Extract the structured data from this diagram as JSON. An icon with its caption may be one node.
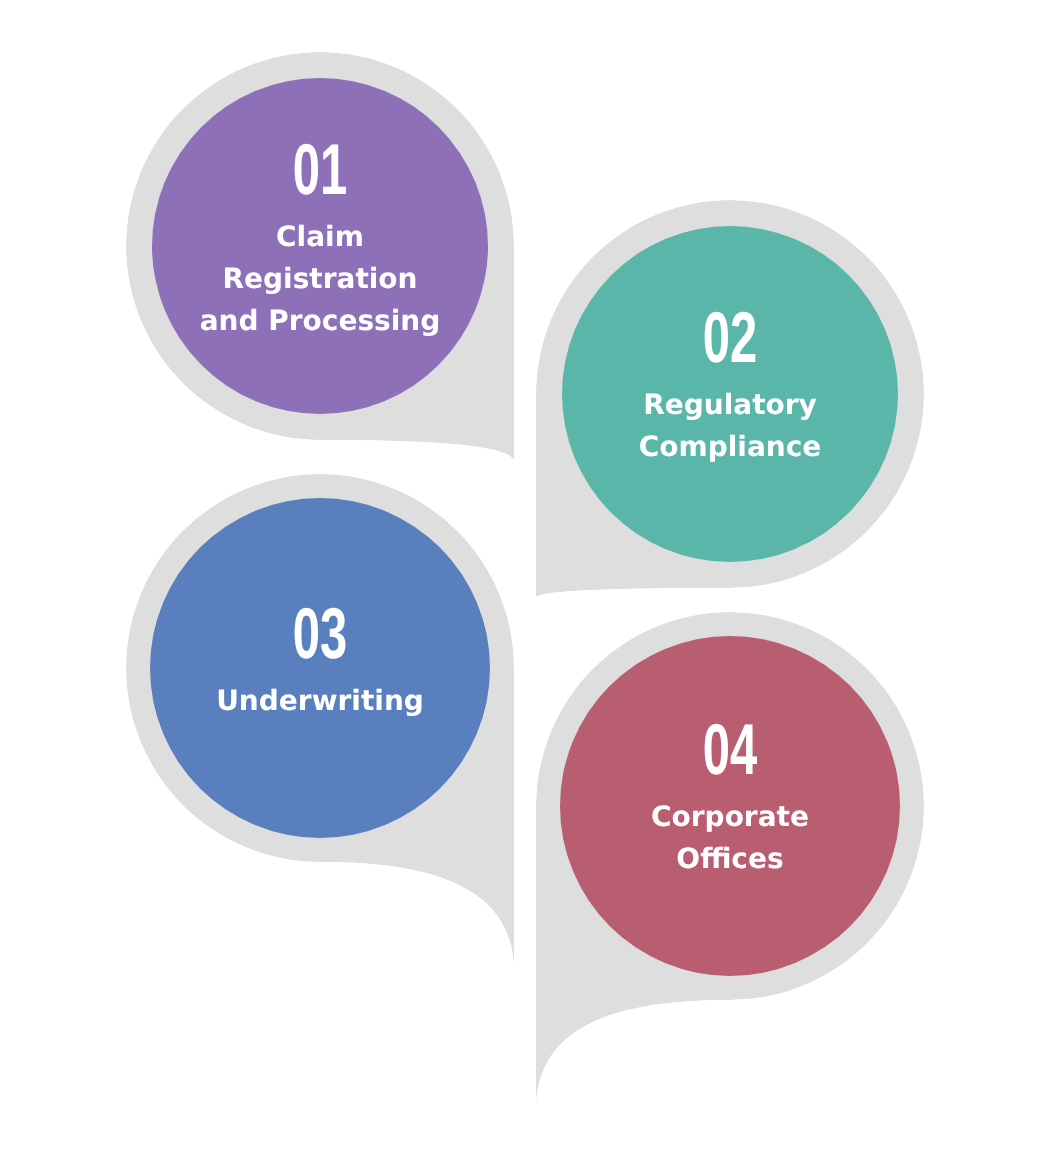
{
  "diagram": {
    "nodes": [
      {
        "text": [
          "01",
          "Claim Registration and Processing"
        ]
      },
      {
        "text": [
          "02",
          "Regulatory Compliance"
        ]
      },
      {
        "text": [
          "03",
          "Underwriting"
        ]
      },
      {
        "text": [
          "04",
          "Corporate Offices"
        ]
      }
    ]
  }
}
